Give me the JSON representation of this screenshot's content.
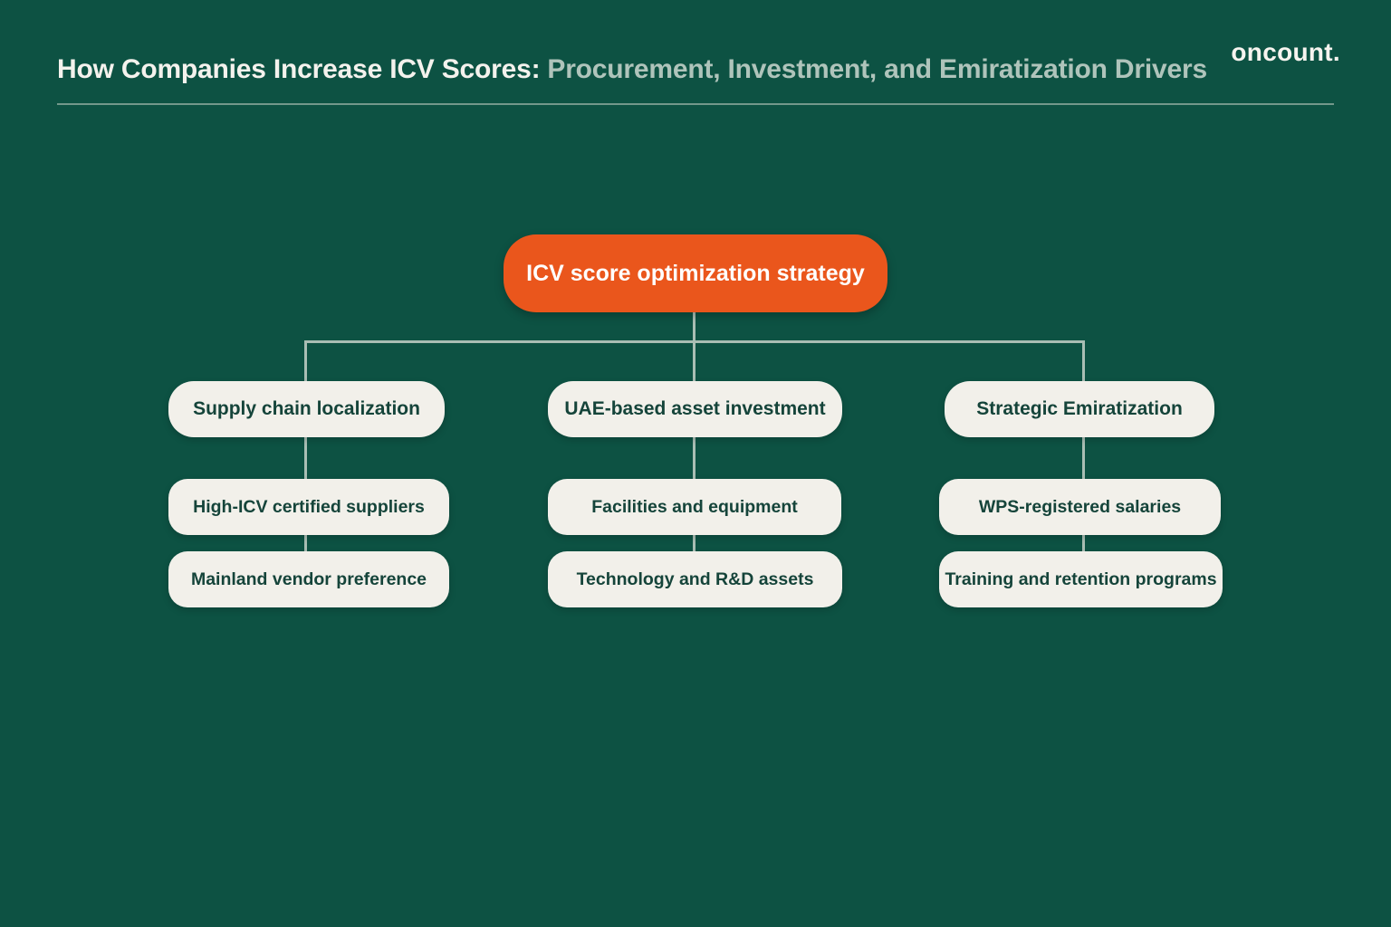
{
  "header": {
    "title_primary": "How Companies Increase ICV Scores:",
    "title_secondary": "Procurement, Investment, and Emiratization Drivers",
    "logo_text": "oncount."
  },
  "diagram": {
    "root_label": "ICV score optimization strategy",
    "columns": [
      {
        "header": "Supply chain localization",
        "children": [
          "High-ICV certified suppliers",
          "Mainland vendor preference"
        ]
      },
      {
        "header": "UAE-based asset investment",
        "children": [
          "Facilities and equipment",
          "Technology and R&D assets"
        ]
      },
      {
        "header": "Strategic Emiratization",
        "children": [
          "WPS-registered salaries",
          "Training and retention programs"
        ]
      }
    ]
  },
  "colors": {
    "bg": "#0D5243",
    "accent_orange": "#EA561C",
    "box_fill": "#F2F0EA",
    "box_text": "#15443A",
    "line": "#A9BEB4",
    "title_primary": "#F4F2ED",
    "title_secondary": "#AFC4BB",
    "logo": "#F6F4EF",
    "underline": "#86A598"
  }
}
